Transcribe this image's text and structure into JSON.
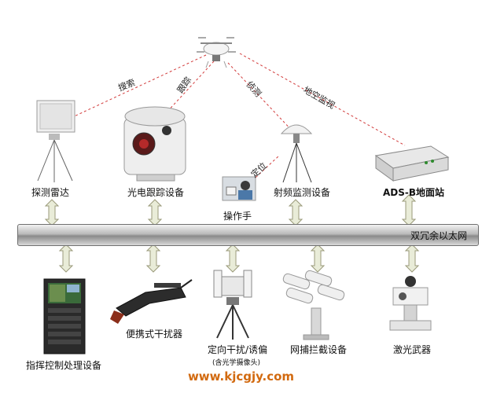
{
  "links": {
    "search": "搜索",
    "track": "跟踪",
    "detect": "侦测",
    "air_ground_monitor": "地空监视",
    "locate": "定位"
  },
  "network": {
    "label": "双冗余以太网"
  },
  "top_devices": [
    {
      "label": "探测雷达"
    },
    {
      "label": "光电跟踪设备"
    },
    {
      "label": "操作手"
    },
    {
      "label": "射频监测设备"
    },
    {
      "label": "ADS-B地面站"
    }
  ],
  "bottom_devices": [
    {
      "label": "指挥控制处理设备"
    },
    {
      "label": "便携式干扰器"
    },
    {
      "label": "定向干扰/诱偏"
    },
    {
      "label": "网捕拦截设备"
    },
    {
      "label": "激光武器"
    }
  ],
  "directional_jammer_note": "(含光学摄像头)",
  "footer": "www.kjcgjy.com",
  "colors": {
    "link_line": "#d23b3b",
    "bus_border": "#6f6f6f",
    "footer": "#d26a10"
  }
}
